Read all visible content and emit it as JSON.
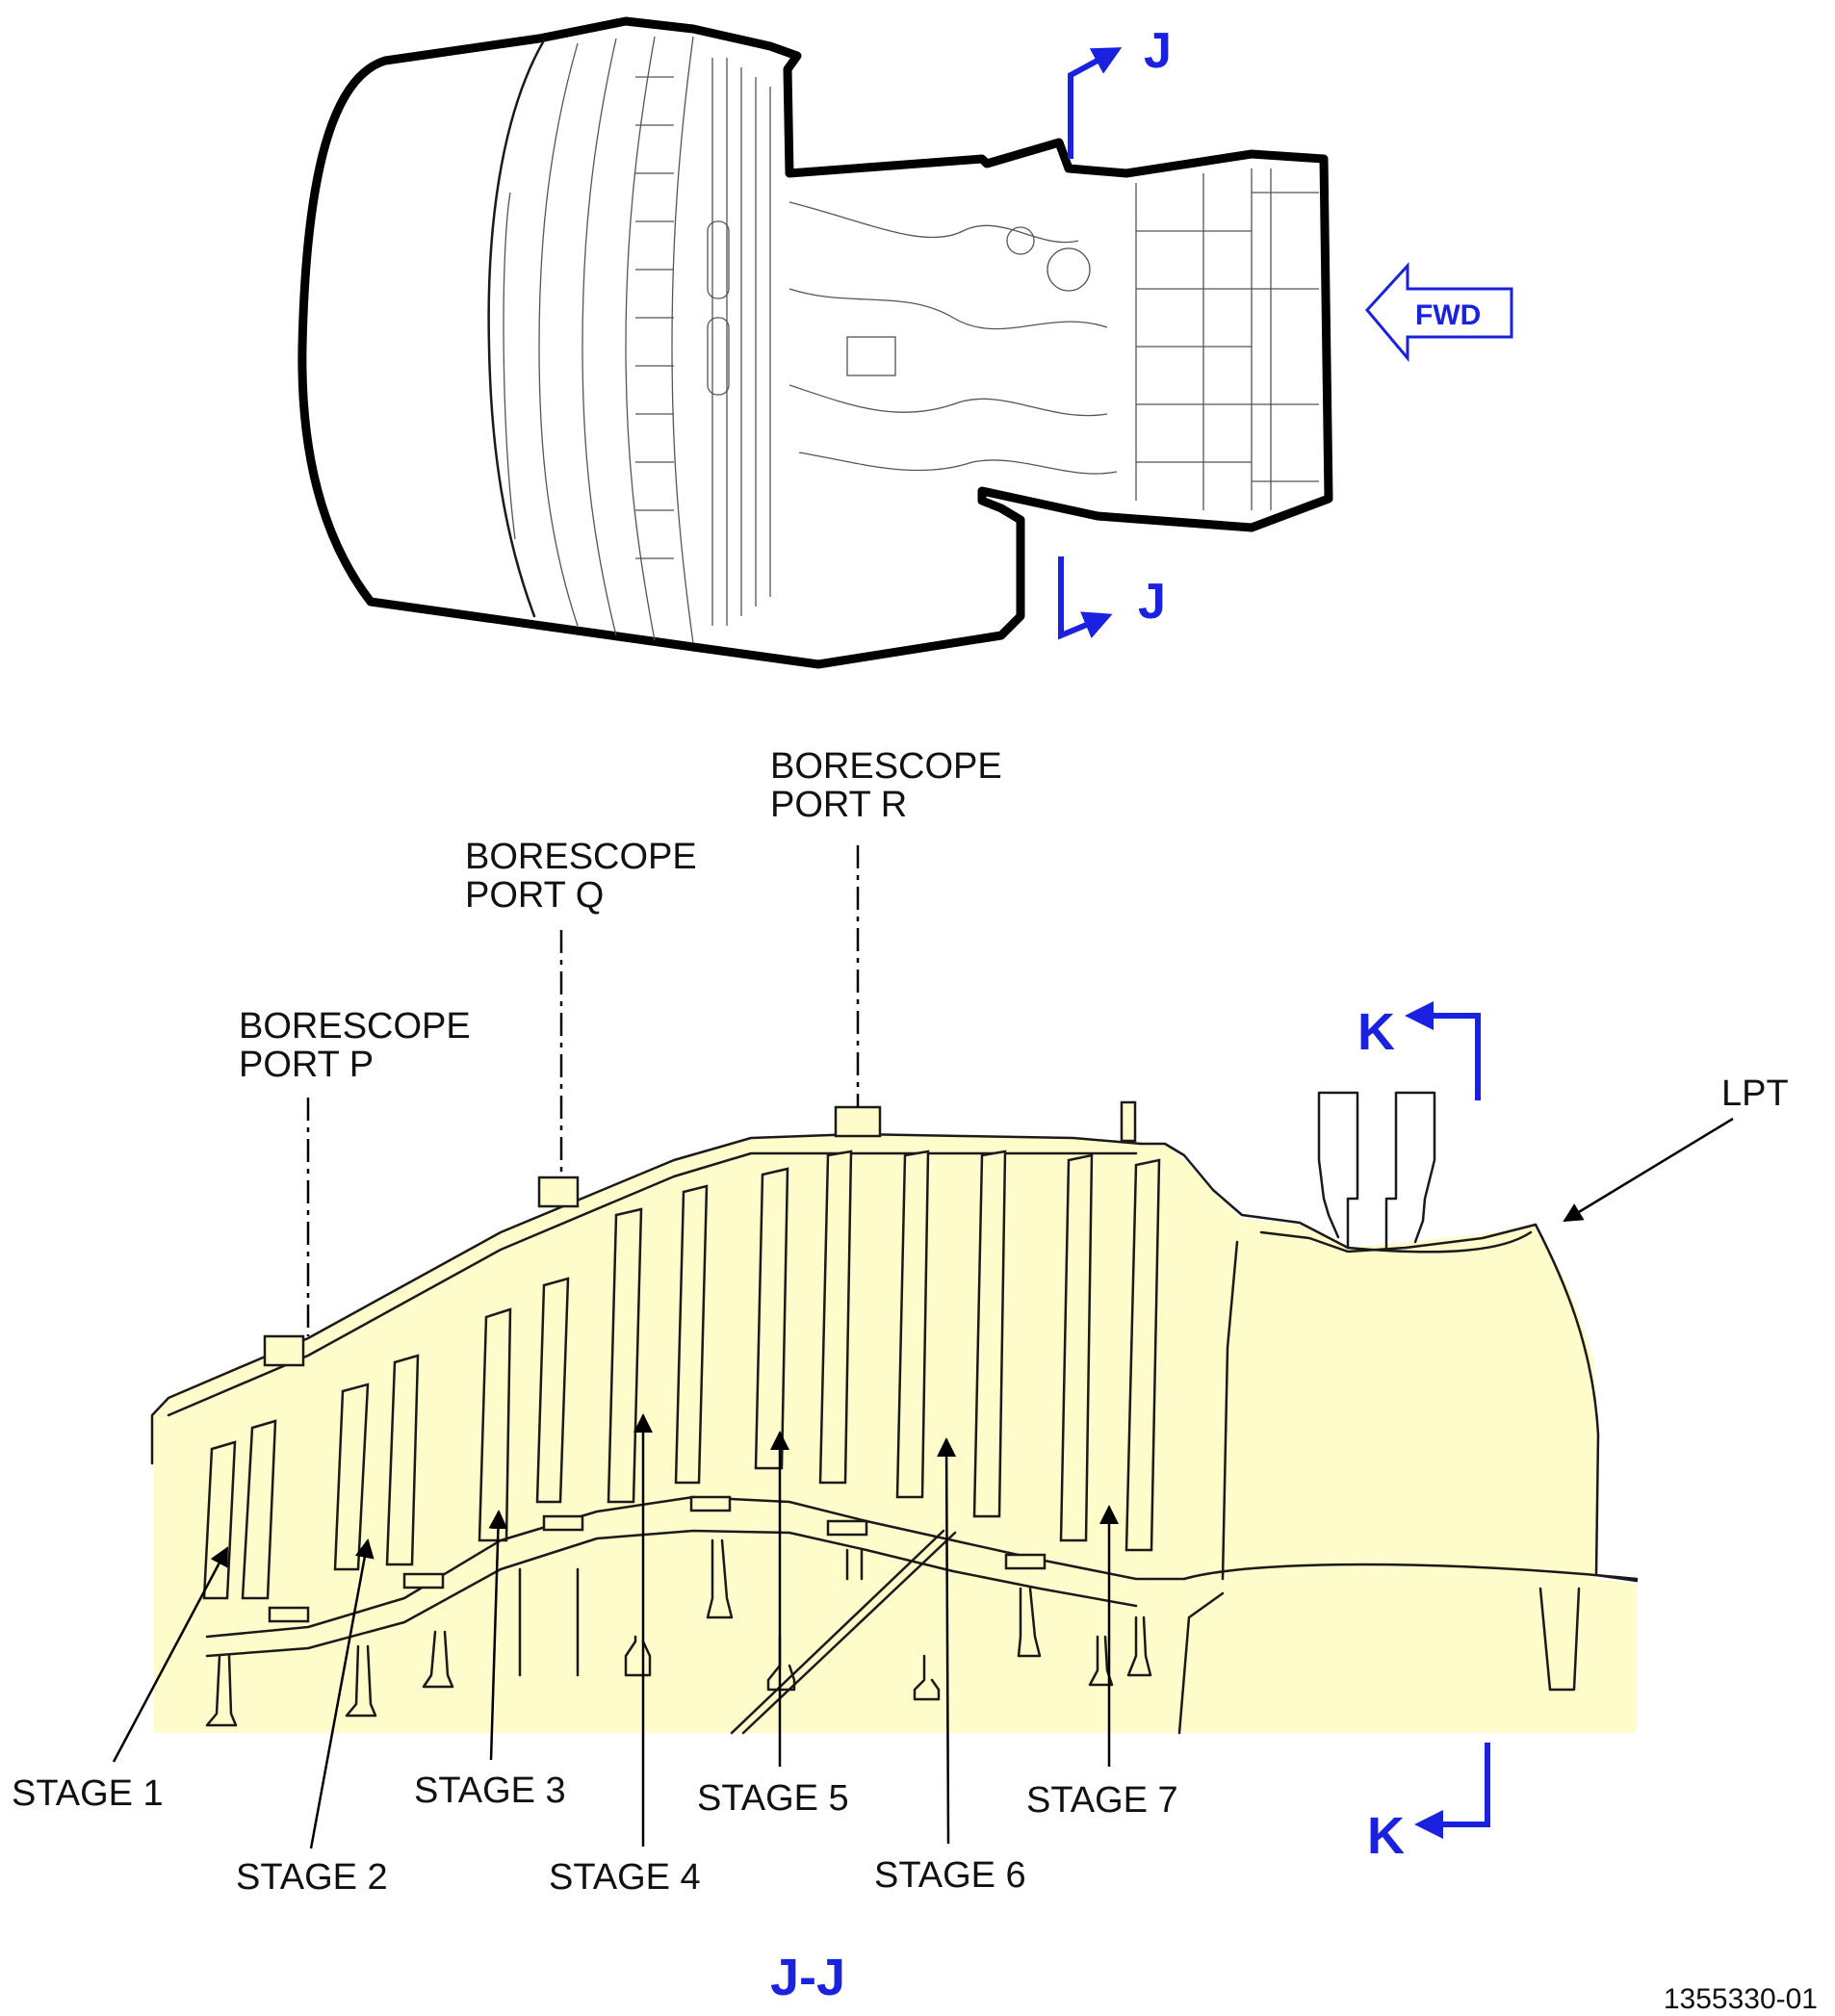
{
  "section_title": "J-J",
  "section_marker_j": "J",
  "section_marker_k": "K",
  "fwd_label": "FWD",
  "ports": [
    {
      "line1": "BORESCOPE",
      "line2": "PORT P"
    },
    {
      "line1": "BORESCOPE",
      "line2": "PORT Q"
    },
    {
      "line1": "BORESCOPE",
      "line2": "PORT R"
    }
  ],
  "lpt_label": "LPT",
  "stages": [
    "STAGE 1",
    "STAGE 2",
    "STAGE 3",
    "STAGE 4",
    "STAGE 5",
    "STAGE 6",
    "STAGE 7"
  ],
  "figure_number": "1355330-01",
  "colors": {
    "section_fill": "#fffccb",
    "marker_blue": "#1a22e0"
  }
}
